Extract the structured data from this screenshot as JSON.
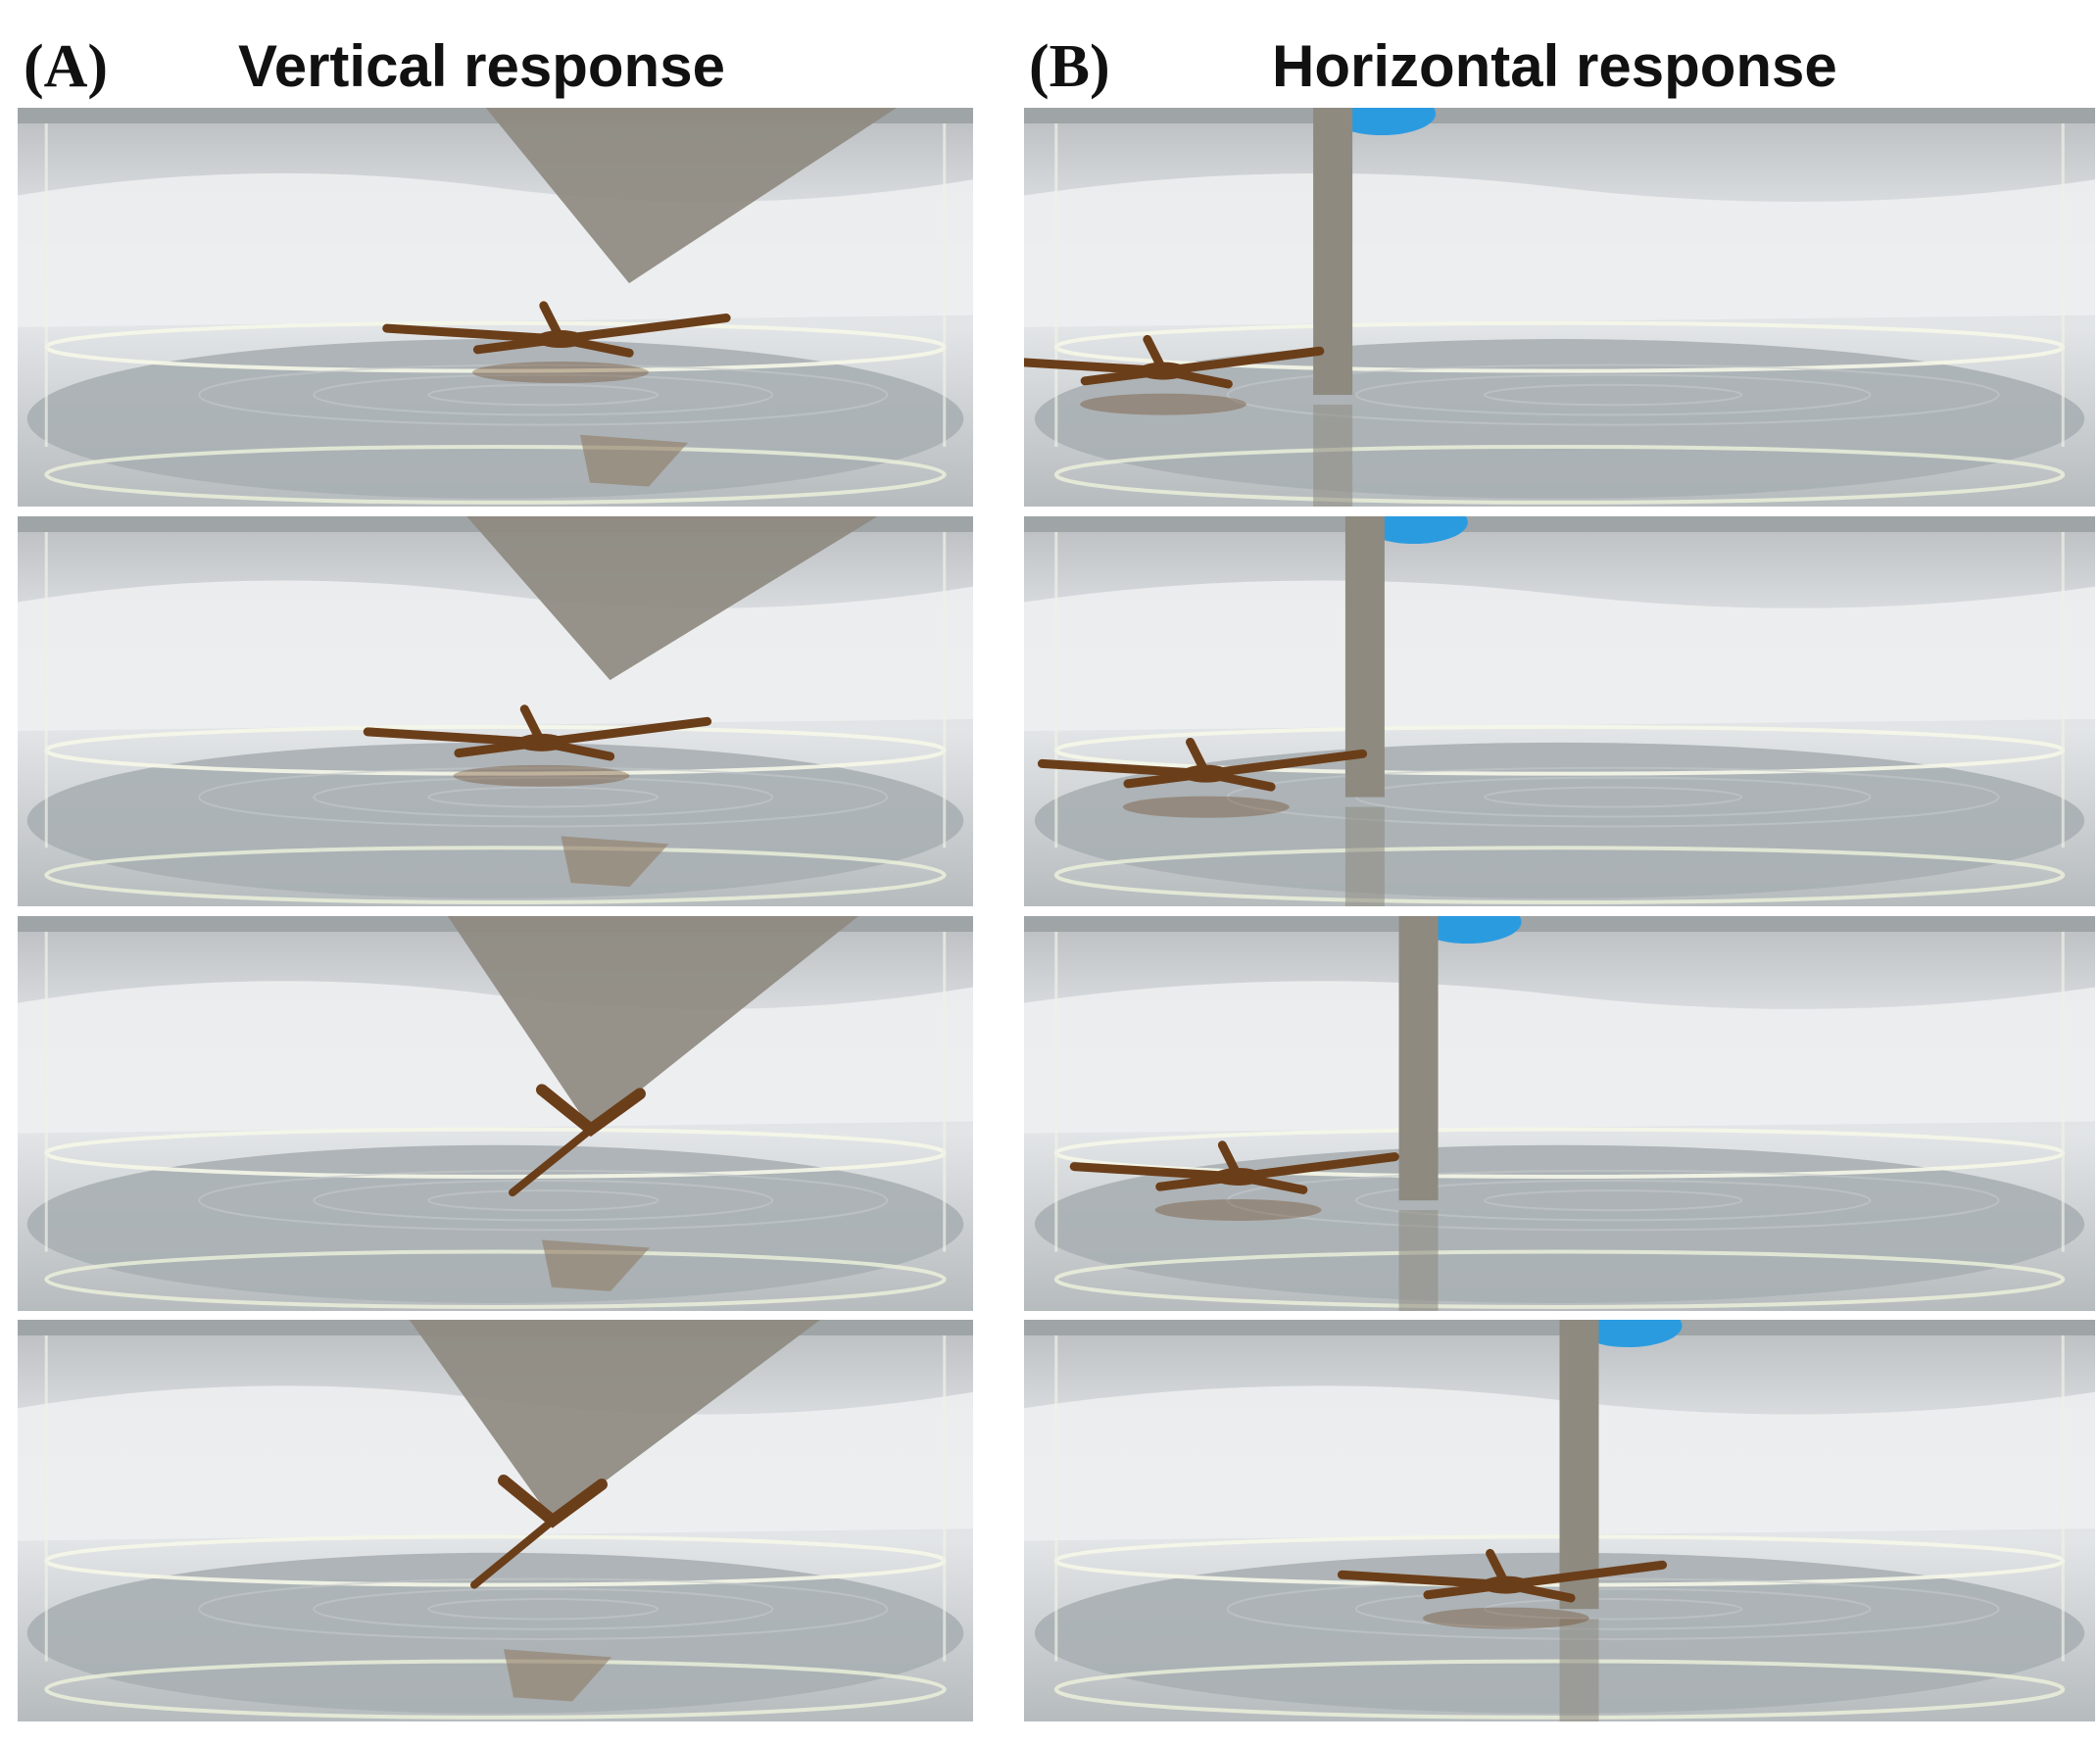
{
  "panels": [
    {
      "letter": "(A)",
      "title": "Vertical response",
      "frames": [
        {
          "tool": "triangle",
          "organism": "star"
        },
        {
          "tool": "triangle",
          "organism": "star"
        },
        {
          "tool": "triangle",
          "organism": "star-attached"
        },
        {
          "tool": "triangle",
          "organism": "star-attached"
        }
      ]
    },
    {
      "letter": "(B)",
      "title": "Horizontal response",
      "frames": [
        {
          "tool": "rod",
          "organism": "star"
        },
        {
          "tool": "rod",
          "organism": "star"
        },
        {
          "tool": "rod",
          "organism": "star"
        },
        {
          "tool": "rod",
          "organism": "star"
        }
      ]
    }
  ],
  "colors": {
    "background": "#c9cdd0",
    "water": "#a9afb3",
    "tool": "#8e8a80",
    "organism": "#6b3e1a",
    "glove": "#2b9be0"
  }
}
